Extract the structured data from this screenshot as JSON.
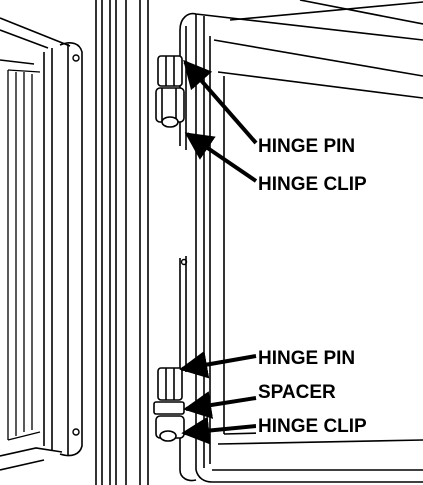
{
  "labels": {
    "hinge_pin_upper": "HINGE PIN",
    "hinge_clip_upper": "HINGE CLIP",
    "hinge_pin_lower": "HINGE PIN",
    "spacer_lower": "SPACER",
    "hinge_clip_lower": "HINGE CLIP"
  },
  "colors": {
    "line": "#000000",
    "background": "#ffffff"
  }
}
